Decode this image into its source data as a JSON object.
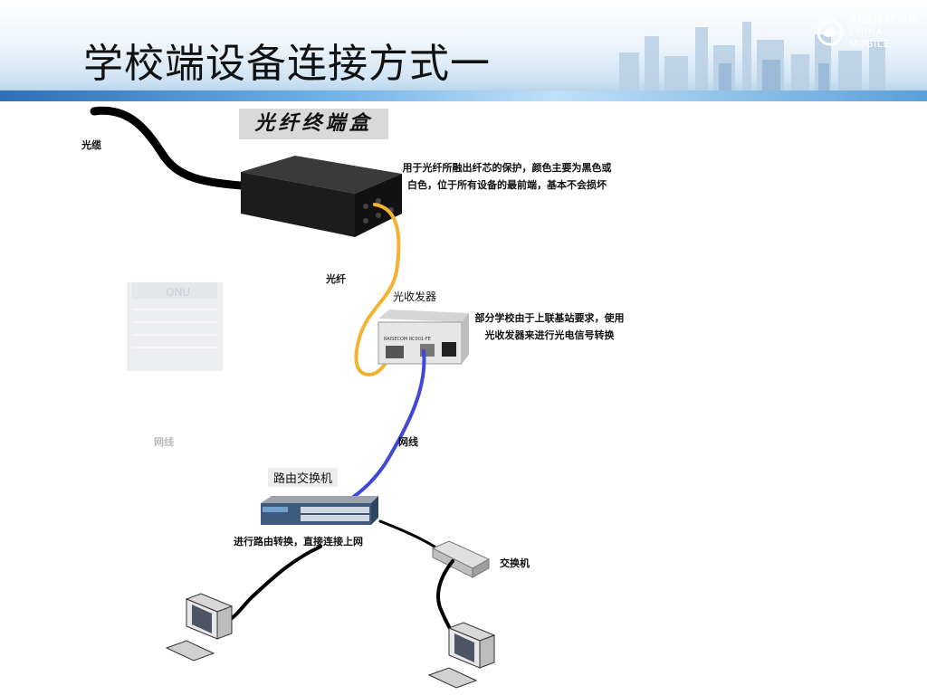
{
  "slide": {
    "title": "学校端设备连接方式一",
    "logo": {
      "cn": "中国移动通信",
      "en": "CHINA MOBILE",
      "icon": "china-mobile-logo"
    }
  },
  "diagram": {
    "fiber_box": {
      "title": "光纤终端盒",
      "description_line1": "用于光纤所融出纤芯的保护，颜色主要为黑色或",
      "description_line2": "白色，位于所有设备的最前端，基本不会损坏"
    },
    "optical_cable_label": "光缆",
    "fiber_label": "光纤",
    "transceiver": {
      "title": "光收发器",
      "description_line1": "部分学校由于上联基站要求，使用",
      "description_line2": "光收发器来进行光电信号转换",
      "device_text": "RAISECOM RC001-FE"
    },
    "onu_label": "ONU",
    "faded_cable_label": "网线",
    "network_cable_label": "网线",
    "router_switch": {
      "title": "路由交换机",
      "description": "进行路由转换，直接连接上网"
    },
    "switch_label": "交换机",
    "colors": {
      "fiber": "#f2b233",
      "ethernet": "#3f48d9",
      "cable": "#000000",
      "header_band": "#2e6fb7"
    }
  }
}
